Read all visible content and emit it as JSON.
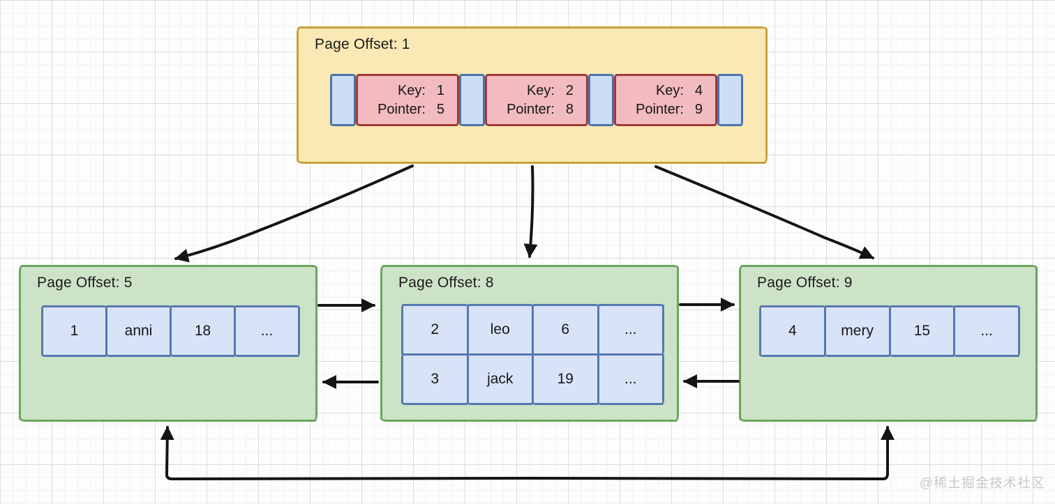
{
  "diagram": {
    "type": "b+tree-index-diagram",
    "root_node": {
      "title": "Page Offset: 1",
      "entries": [
        {
          "key_label": "Key:",
          "key": "1",
          "pointer_label": "Pointer:",
          "pointer": "5"
        },
        {
          "key_label": "Key:",
          "key": "2",
          "pointer_label": "Pointer:",
          "pointer": "8"
        },
        {
          "key_label": "Key:",
          "key": "4",
          "pointer_label": "Pointer:",
          "pointer": "9"
        }
      ]
    },
    "leaf_nodes": [
      {
        "title": "Page Offset: 5",
        "rows": [
          [
            "1",
            "anni",
            "18",
            "..."
          ]
        ]
      },
      {
        "title": "Page Offset: 8",
        "rows": [
          [
            "2",
            "leo",
            "6",
            "..."
          ],
          [
            "3",
            "jack",
            "19",
            "..."
          ]
        ]
      },
      {
        "title": "Page Offset: 9",
        "rows": [
          [
            "4",
            "mery",
            "15",
            "..."
          ]
        ]
      }
    ],
    "watermark": "@稀土掘金技术社区",
    "colors": {
      "root_fill": "#fae9b4",
      "root_border": "#c8a23c",
      "key_cell_fill": "#f2bbbf",
      "key_cell_border": "#9e3b35",
      "pointer_slot_fill": "#ccdef6",
      "pointer_slot_border": "#4a72ad",
      "leaf_fill": "#cde3c7",
      "leaf_border": "#6aa55c",
      "record_cell_fill": "#d9e3f8",
      "record_cell_border": "#5578af",
      "arrow": "#141414"
    }
  }
}
